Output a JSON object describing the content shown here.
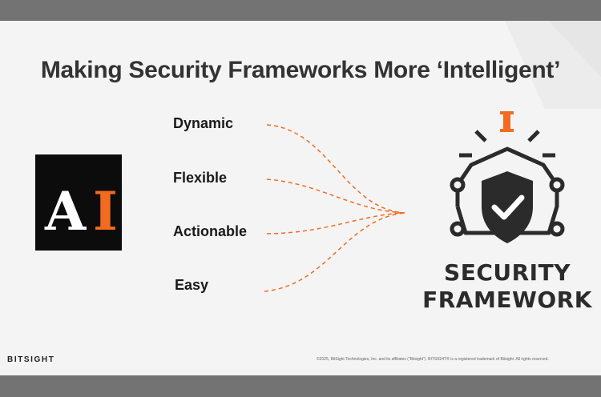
{
  "slide": {
    "title": "Making Security Frameworks More ‘Intelligent’",
    "ai_logo": {
      "letter_1": "A",
      "letter_2": "I"
    },
    "attributes": [
      "Dynamic",
      "Flexible",
      "Actionable",
      "Easy"
    ],
    "security_framework": {
      "line_1": "SECURITY",
      "line_2": "FRAMEWORK"
    },
    "footer": {
      "brand": "BITSIGHT",
      "copyright": "©2025, BitSight Technologies, Inc. and its affiliates (“Bitsight”). BITSIGHT® is a registered trademark of Bitsight. All rights reserved."
    }
  },
  "colors": {
    "accent_orange": "#f26b21",
    "dark": "#2b2b2b",
    "slide_background": "#f4f4f4",
    "frame": "#737373"
  }
}
